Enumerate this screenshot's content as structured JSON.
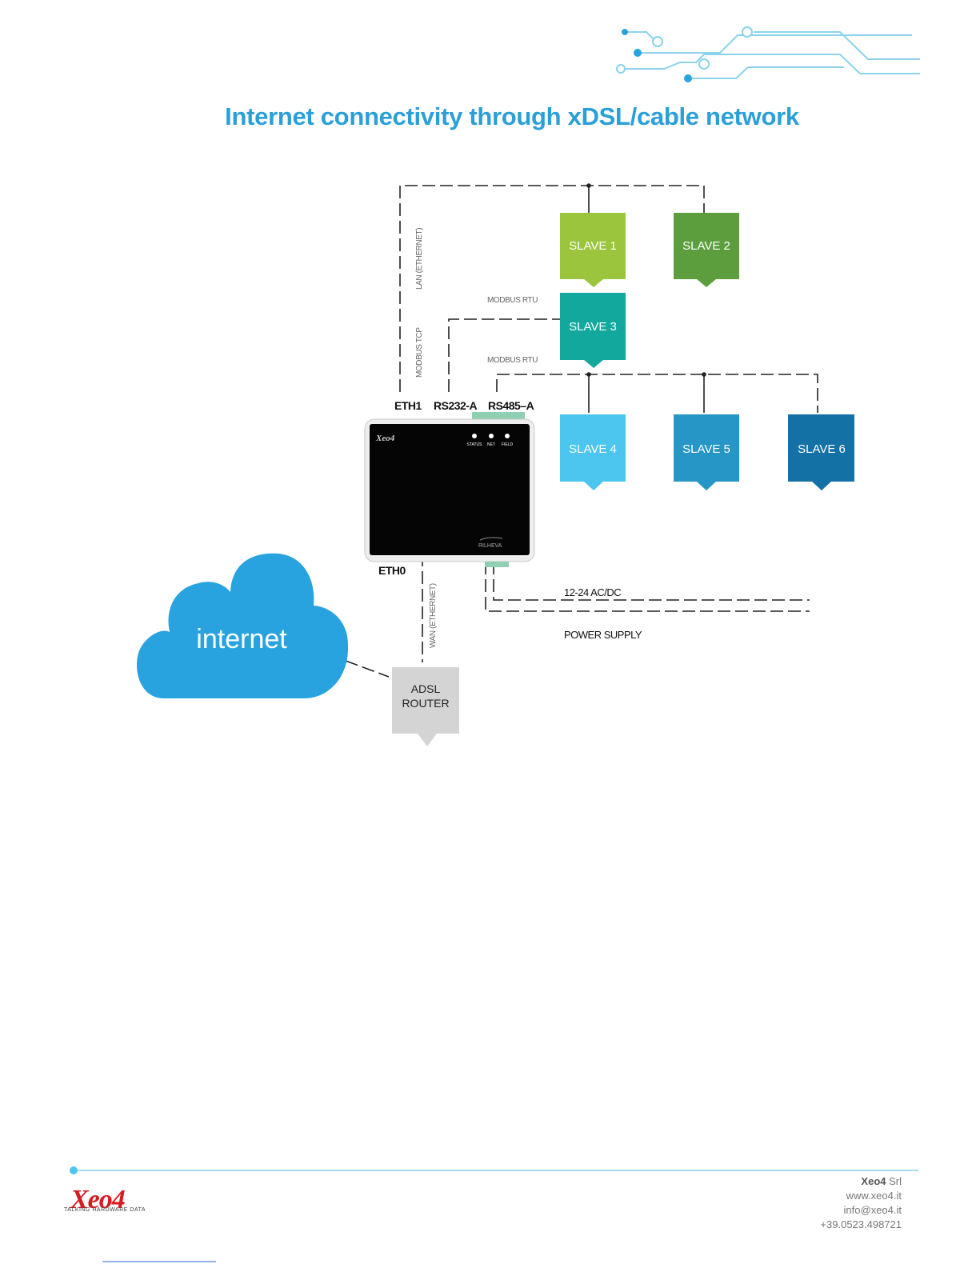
{
  "title": "Internet connectivity through xDSL/cable network",
  "colors": {
    "title": "#2a9fd8",
    "slave1": "#9bc53d",
    "slave2": "#5c9e3e",
    "slave3": "#13a89e",
    "slave4": "#4cc6ee",
    "slave5": "#2596c6",
    "slave6": "#1471a6",
    "cloud": "#29a3e0",
    "router": "#d4d4d4",
    "connector": "#8fd0b2",
    "device": "#050505"
  },
  "slaves": [
    "SLAVE 1",
    "SLAVE 2",
    "SLAVE 3",
    "SLAVE 4",
    "SLAVE 5",
    "SLAVE 6"
  ],
  "ports": {
    "eth1": "ETH1",
    "rs232": "RS232-A",
    "rs485": "RS485–A",
    "eth0": "ETH0"
  },
  "bus_labels": {
    "lan": "LAN (ETHERNET)",
    "modbus_tcp": "MODBUS TCP",
    "modbus_rtu_1": "MODBUS RTU",
    "modbus_rtu_2": "MODBUS RTU",
    "wan": "WAN (ETHERNET)"
  },
  "device": {
    "brand": "Xeo4",
    "leds": [
      "STATUS",
      "NET",
      "FIELD"
    ],
    "maker": "RILHEVA"
  },
  "cloud_label": "internet",
  "router": {
    "line1": "ADSL",
    "line2": "ROUTER"
  },
  "power": {
    "voltage": "12-24 AC/DC",
    "label": "POWER SUPPLY"
  },
  "footer": {
    "company_bold": "Xeo4",
    "company_rest": " Srl",
    "website": "www.xeo4.it",
    "email": "info@xeo4.it",
    "phone": "+39.0523.498721",
    "logo_text": "Xeo4",
    "tagline": "TALKING HARDWARE DATA"
  },
  "icons": [
    "circuit-decoration",
    "xeo4-logo"
  ]
}
